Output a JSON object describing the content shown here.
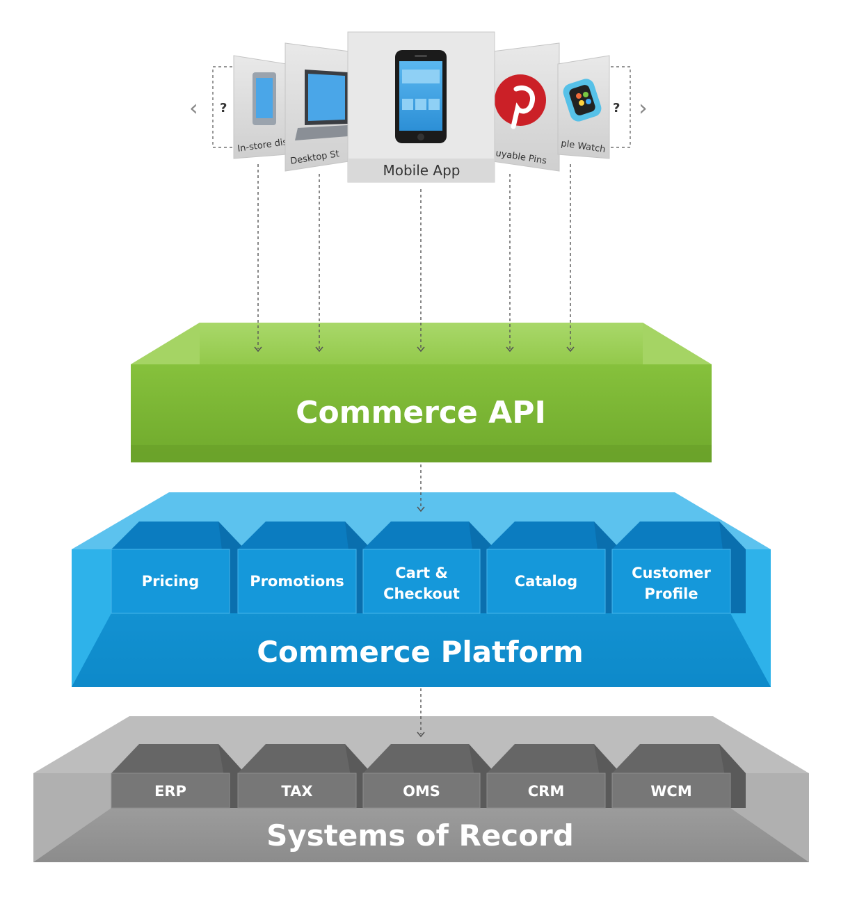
{
  "channels": {
    "prev_arrow": "‹",
    "next_arrow": "›",
    "unknown_left": "?",
    "unknown_right": "?",
    "items": [
      {
        "label": "In-store dis",
        "icon": "kiosk-icon"
      },
      {
        "label": "Desktop St",
        "icon": "laptop-icon"
      },
      {
        "label": "Mobile App",
        "icon": "smartphone-icon"
      },
      {
        "label": "uyable Pins",
        "icon": "pinterest-icon"
      },
      {
        "label": "ple Watch",
        "icon": "smartwatch-icon"
      }
    ]
  },
  "layers": {
    "api": {
      "title": "Commerce API",
      "color": "#8dc63f"
    },
    "platform": {
      "title": "Commerce Platform",
      "color": "#1ba1e2",
      "modules": [
        {
          "line1": "Pricing",
          "line2": ""
        },
        {
          "line1": "Promotions",
          "line2": ""
        },
        {
          "line1": "Cart &",
          "line2": "Checkout"
        },
        {
          "line1": "Catalog",
          "line2": ""
        },
        {
          "line1": "Customer",
          "line2": "Profile"
        }
      ]
    },
    "records": {
      "title": "Systems of Record",
      "color": "#9a9a9a",
      "modules": [
        "ERP",
        "TAX",
        "OMS",
        "CRM",
        "WCM"
      ]
    }
  }
}
